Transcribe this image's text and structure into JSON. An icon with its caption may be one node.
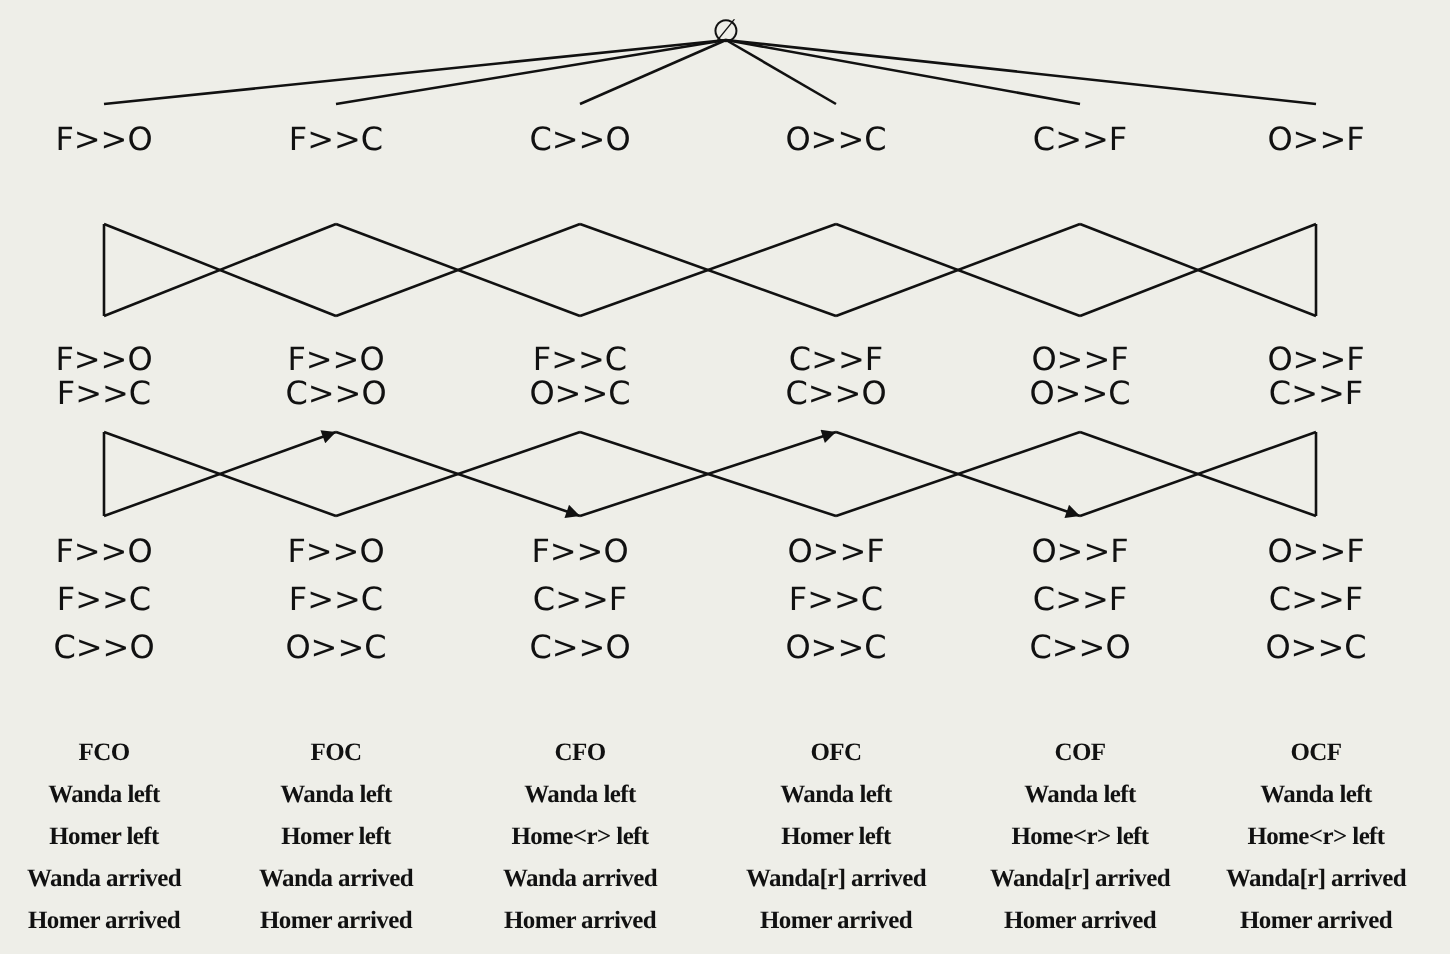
{
  "diagram": {
    "nodes": [
      {
        "text": [
          "∅"
        ]
      },
      {
        "text": [
          "F>>O"
        ]
      },
      {
        "text": [
          "F>>C"
        ]
      },
      {
        "text": [
          "C>>O"
        ]
      },
      {
        "text": [
          "O>>C"
        ]
      },
      {
        "text": [
          "C>>F"
        ]
      },
      {
        "text": [
          "O>>F"
        ]
      },
      {
        "text": [
          "F>>O",
          "F>>C"
        ]
      },
      {
        "text": [
          "F>>O",
          "C>>O"
        ]
      },
      {
        "text": [
          "F>>C",
          "O>>C"
        ]
      },
      {
        "text": [
          "C>>F",
          "C>>O"
        ]
      },
      {
        "text": [
          "O>>F",
          "O>>C"
        ]
      },
      {
        "text": [
          "O>>F",
          "C>>F"
        ]
      },
      {
        "text": [
          "F>>O",
          "F>>C",
          "C>>O"
        ],
        "beside": [
          "FCO",
          "Wanda left",
          "Homer left",
          "Wanda arrived",
          "Homer arrived"
        ]
      },
      {
        "text": [
          "F>>O",
          "F>>C",
          "O>>C"
        ],
        "beside": [
          "FOC",
          "Wanda left",
          "Homer left",
          "Wanda arrived",
          "Homer arrived"
        ]
      },
      {
        "text": [
          "F>>O",
          "C>>F",
          "C>>O"
        ],
        "beside": [
          "CFO",
          "Wanda left",
          "Home<r> left",
          "Wanda arrived",
          "Homer arrived"
        ]
      },
      {
        "text": [
          "O>>F",
          "F>>C",
          "O>>C"
        ],
        "beside": [
          "OFC",
          "Wanda left",
          "Homer left",
          "Wanda[r] arrived",
          "Homer arrived"
        ]
      },
      {
        "text": [
          "O>>F",
          "C>>F",
          "C>>O"
        ],
        "beside": [
          "COF",
          "Wanda left",
          "Home<r> left",
          "Wanda[r] arrived",
          "Homer arrived"
        ]
      },
      {
        "text": [
          "O>>F",
          "C>>F",
          "O>>C"
        ],
        "beside": [
          "OCF",
          "Wanda left",
          "Home<r> left",
          "Wanda[r] arrived",
          "Homer arrived"
        ]
      }
    ],
    "edges": [
      {
        "from": 0,
        "to": 1,
        "arrow": "none"
      },
      {
        "from": 0,
        "to": 2,
        "arrow": "none"
      },
      {
        "from": 0,
        "to": 3,
        "arrow": "none"
      },
      {
        "from": 0,
        "to": 4,
        "arrow": "none"
      },
      {
        "from": 0,
        "to": 5,
        "arrow": "none"
      },
      {
        "from": 0,
        "to": 6,
        "arrow": "none"
      },
      {
        "from": 1,
        "to": 7,
        "arrow": "none"
      },
      {
        "from": 1,
        "to": 8,
        "arrow": "none"
      },
      {
        "from": 2,
        "to": 7,
        "arrow": "none"
      },
      {
        "from": 2,
        "to": 9,
        "arrow": "none"
      },
      {
        "from": 3,
        "to": 8,
        "arrow": "none"
      },
      {
        "from": 3,
        "to": 10,
        "arrow": "none"
      },
      {
        "from": 4,
        "to": 9,
        "arrow": "none"
      },
      {
        "from": 4,
        "to": 11,
        "arrow": "none"
      },
      {
        "from": 5,
        "to": 10,
        "arrow": "none"
      },
      {
        "from": 5,
        "to": 12,
        "arrow": "none"
      },
      {
        "from": 6,
        "to": 11,
        "arrow": "none"
      },
      {
        "from": 6,
        "to": 12,
        "arrow": "none"
      },
      {
        "from": 7,
        "to": 13,
        "arrow": "none"
      },
      {
        "from": 7,
        "to": 14,
        "arrow": "none"
      },
      {
        "from": 13,
        "to": 8,
        "arrow": "to"
      },
      {
        "from": 8,
        "to": 15,
        "arrow": "to"
      },
      {
        "from": 9,
        "to": 14,
        "arrow": "none"
      },
      {
        "from": 9,
        "to": 16,
        "arrow": "none"
      },
      {
        "from": 15,
        "to": 10,
        "arrow": "to"
      },
      {
        "from": 10,
        "to": 17,
        "arrow": "to"
      },
      {
        "from": 11,
        "to": 16,
        "arrow": "none"
      },
      {
        "from": 11,
        "to": 18,
        "arrow": "none"
      },
      {
        "from": 12,
        "to": 17,
        "arrow": "none"
      },
      {
        "from": 12,
        "to": 18,
        "arrow": "none"
      }
    ]
  }
}
